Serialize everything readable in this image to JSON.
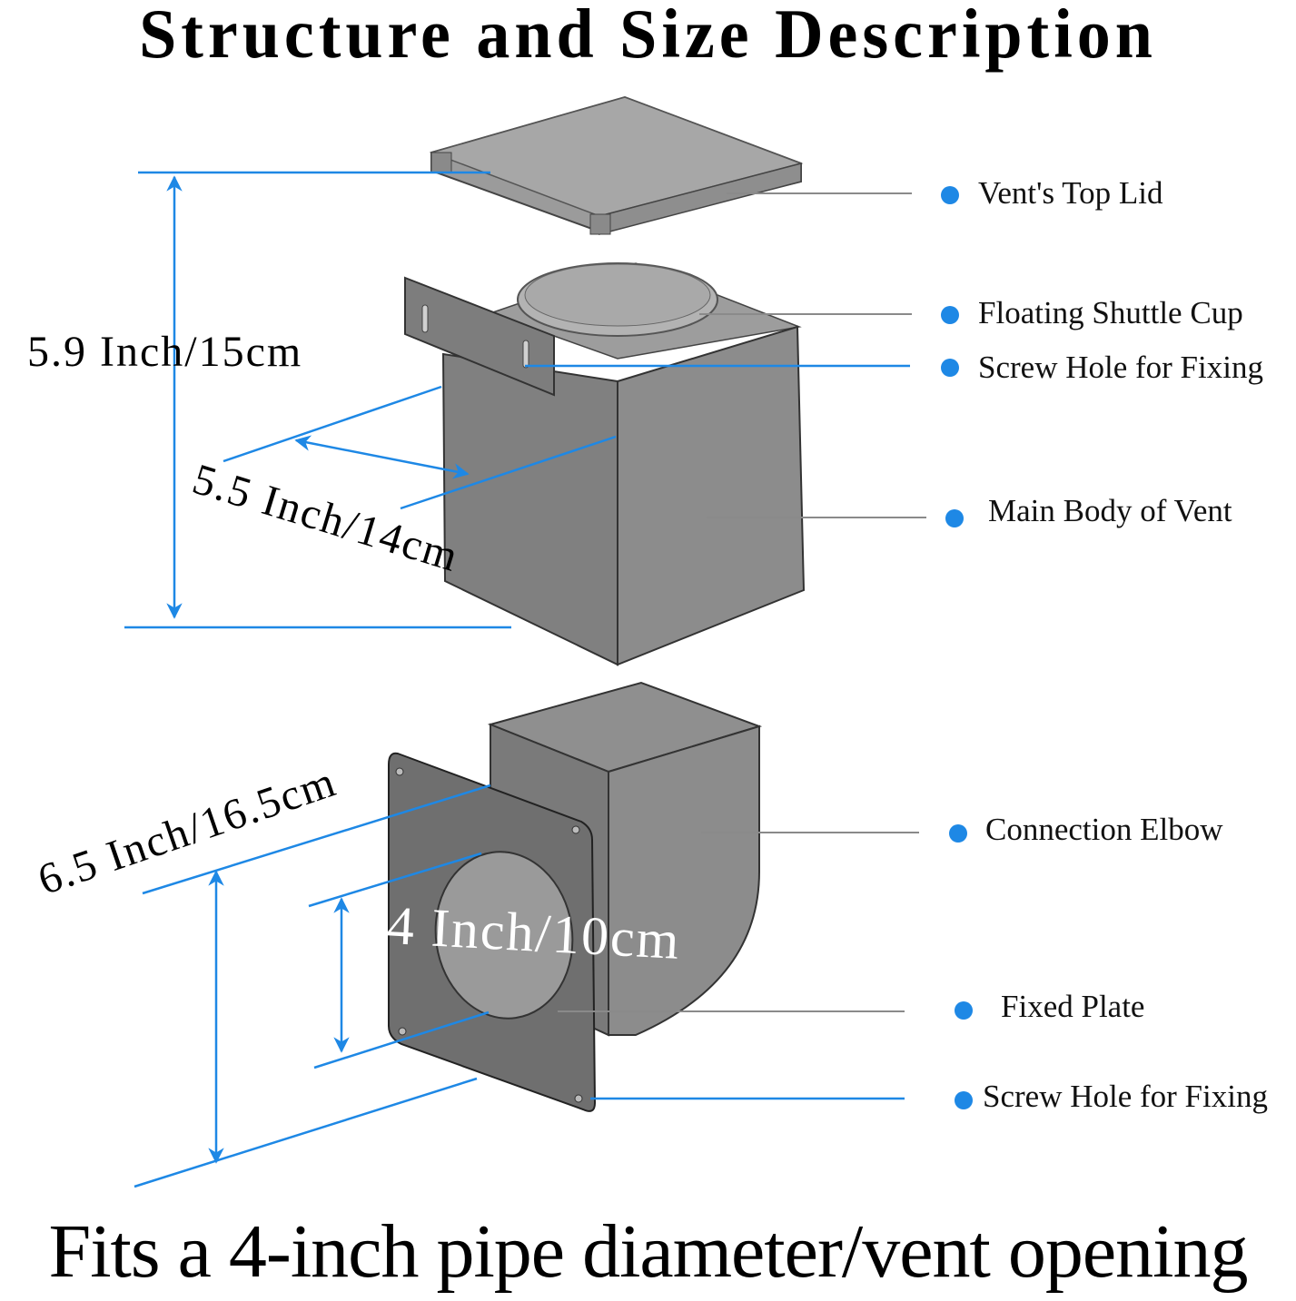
{
  "title": "Structure and Size Description",
  "footer": "Fits a 4-inch pipe diameter/vent opening",
  "accent_color": "#1e88e5",
  "parts": [
    {
      "label": "Vent's Top Lid"
    },
    {
      "label": "Floating Shuttle Cup"
    },
    {
      "label": "Screw Hole for Fixing"
    },
    {
      "label": "Main Body of Vent"
    },
    {
      "label": "Connection Elbow"
    },
    {
      "label": "Fixed Plate"
    },
    {
      "label": "Screw Hole for Fixing"
    }
  ],
  "dimensions": {
    "height": "5.9 Inch/15cm",
    "depth": "5.5 Inch/14cm",
    "plate_width": "6.5 Inch/16.5cm",
    "pipe_diameter": "4 Inch/10cm"
  }
}
